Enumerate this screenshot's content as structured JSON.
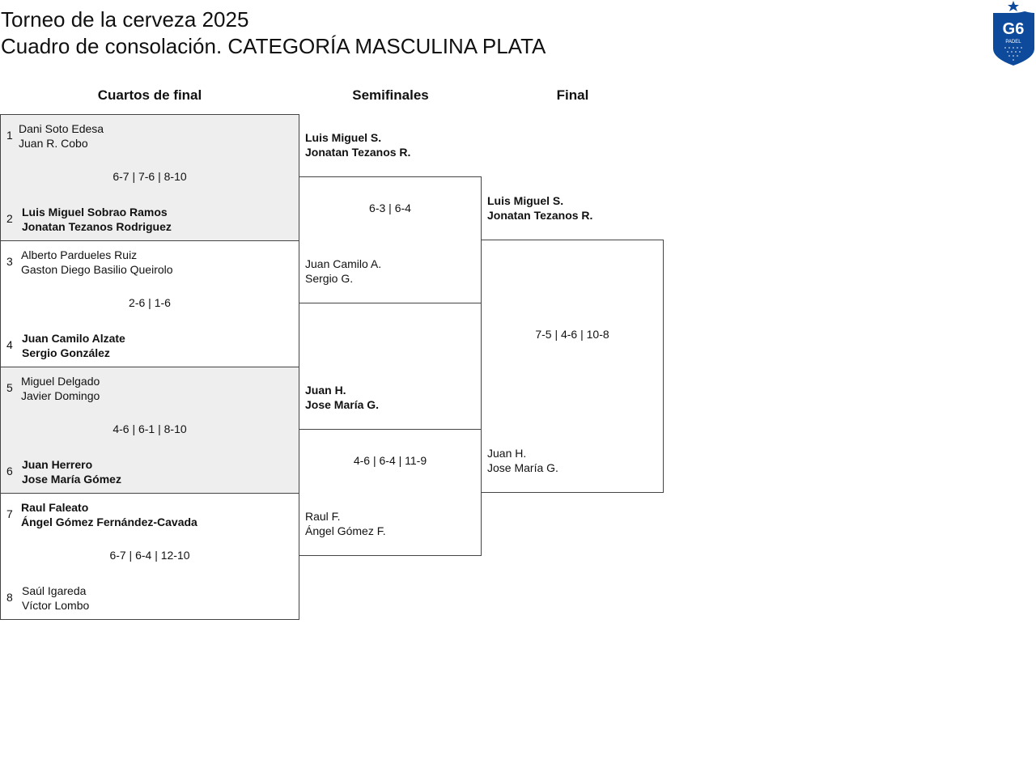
{
  "header": {
    "title": "Torneo de la cerveza 2025",
    "subtitle": "Cuadro de consolación. CATEGORÍA MASCULINA PLATA",
    "logo_text": "G6",
    "logo_sub": "PADEL"
  },
  "rounds": [
    "Cuartos de final",
    "Semifinales",
    "Final"
  ],
  "quarters": [
    {
      "seed_a": "1",
      "a1": "Dani Soto Edesa",
      "a2": "Juan R. Cobo",
      "seed_b": "2",
      "b1": "Luis Miguel Sobrao Ramos",
      "b2": "Jonatan Tezanos Rodriguez",
      "score": "6-7 | 7-6 | 8-10"
    },
    {
      "seed_a": "3",
      "a1": "Alberto Pardueles Ruiz",
      "a2": "Gaston Diego Basilio Queirolo",
      "seed_b": "4",
      "b1": "Juan Camilo Alzate",
      "b2": "Sergio González",
      "score": "2-6 | 1-6"
    },
    {
      "seed_a": "5",
      "a1": "Miguel Delgado",
      "a2": "Javier Domingo",
      "seed_b": "6",
      "b1": "Juan Herrero",
      "b2": "Jose María Gómez",
      "score": "4-6 | 6-1 | 8-10"
    },
    {
      "seed_a": "7",
      "a1": "Raul Faleato",
      "a2": "Ángel Gómez Fernández-Cavada",
      "seed_b": "8",
      "b1": "Saúl Igareda",
      "b2": "Víctor Lombo",
      "score": "6-7 | 6-4 | 12-10"
    }
  ],
  "semis": [
    {
      "a1": "Luis Miguel S.",
      "a2": "Jonatan Tezanos R.",
      "b1": "Juan Camilo A.",
      "b2": "Sergio G.",
      "score": "6-3 | 6-4"
    },
    {
      "a1": "Juan H.",
      "a2": "Jose María G.",
      "b1": "Raul F.",
      "b2": "Ángel Gómez F.",
      "score": "4-6 | 6-4 | 11-9"
    }
  ],
  "final": {
    "a1": "Luis Miguel S.",
    "a2": "Jonatan Tezanos R.",
    "b1": "Juan H.",
    "b2": "Jose María G.",
    "score": "7-5 | 4-6 | 10-8"
  }
}
